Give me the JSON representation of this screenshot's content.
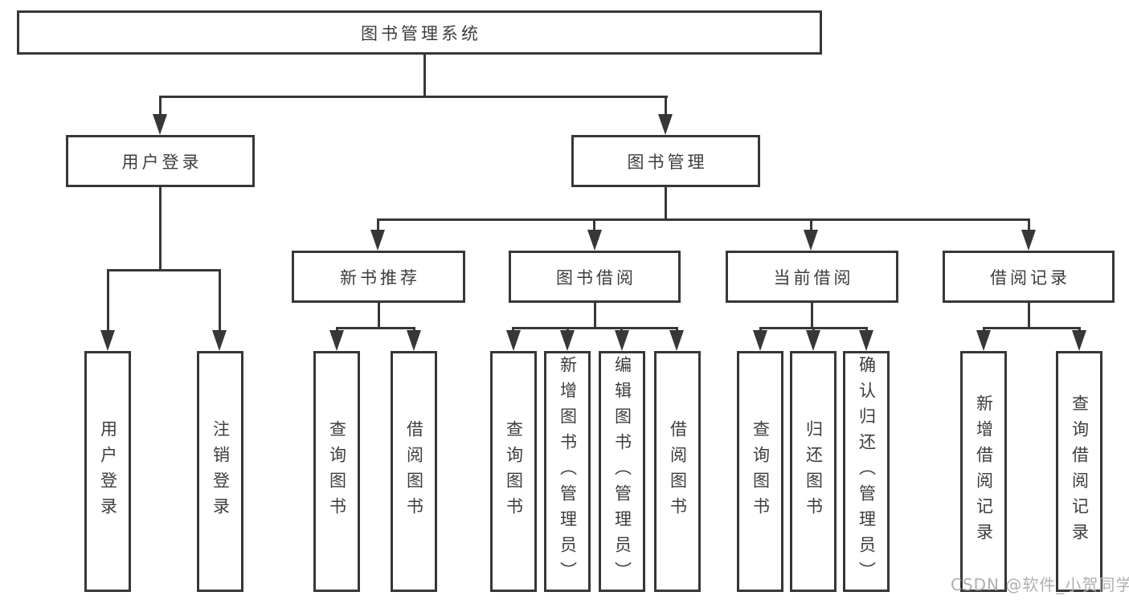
{
  "diagram_title": "图书管理系统",
  "nodes": {
    "root": "图书管理系统",
    "user_login": "用户登录",
    "book_mgmt": "图书管理",
    "new_book_rec": "新书推荐",
    "book_borrow": "图书借阅",
    "current_borrow": "当前借阅",
    "borrow_record": "借阅记录",
    "leaf_user_login": "用户登录",
    "leaf_logout": "注销登录",
    "leaf_query_book_rec": "查询图书",
    "leaf_borrow_book_rec": "借阅图书",
    "leaf_query_book_borrow": "查询图书",
    "leaf_add_book": "新增图书（管理员）",
    "leaf_edit_book": "编辑图书（管理员）",
    "leaf_borrow_book_borrow": "借阅图书",
    "leaf_query_book_current": "查询图书",
    "leaf_return_book": "归还图书",
    "leaf_confirm_return": "确认归还（管理员）",
    "leaf_add_record": "新增借阅记录",
    "leaf_query_record": "查询借阅记录"
  },
  "hierarchy": {
    "图书管理系统": {
      "用户登录": [
        "用户登录",
        "注销登录"
      ],
      "图书管理": {
        "新书推荐": [
          "查询图书",
          "借阅图书"
        ],
        "图书借阅": [
          "查询图书",
          "新增图书（管理员）",
          "编辑图书（管理员）",
          "借阅图书"
        ],
        "当前借阅": [
          "查询图书",
          "归还图书",
          "确认归还（管理员）"
        ],
        "借阅记录": [
          "新增借阅记录",
          "查询借阅记录"
        ]
      }
    }
  },
  "watermark": {
    "text": "CSDN @软件_小贺同学"
  },
  "colors": {
    "line": "#373737",
    "text": "#3d3d3d",
    "watermark": "#b2aeae",
    "background": "#ffffff"
  }
}
